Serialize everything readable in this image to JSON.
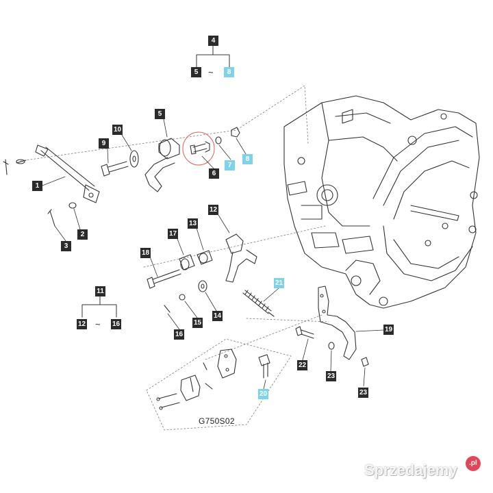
{
  "colors": {
    "callout_dark": "#2b2b2b",
    "callout_highlight": "#7fd3e8",
    "line": "#333333",
    "ring_marker": "#e05a5a",
    "watermark_badge": "#e0455a"
  },
  "groups": {
    "group_4": {
      "label": "4",
      "from": "5",
      "tilde": "~",
      "to": "8"
    },
    "group_11": {
      "label": "11",
      "from": "12",
      "tilde": "~",
      "to": "16"
    }
  },
  "callouts": {
    "c1": "1",
    "c2": "2",
    "c3": "3",
    "c5": "5",
    "c6": "6",
    "c7": "7",
    "c8": "8",
    "c9": "9",
    "c10": "10",
    "c12": "12",
    "c13": "13",
    "c14": "14",
    "c15": "15",
    "c16": "16",
    "c17": "17",
    "c18": "18",
    "c19": "19",
    "c20": "20",
    "c21": "21",
    "c22": "22",
    "c23a": "23",
    "c23b": "23"
  },
  "diagram_code": "G750S02",
  "watermark": {
    "text": "Sprzedajemy",
    "badge": ".pl"
  }
}
